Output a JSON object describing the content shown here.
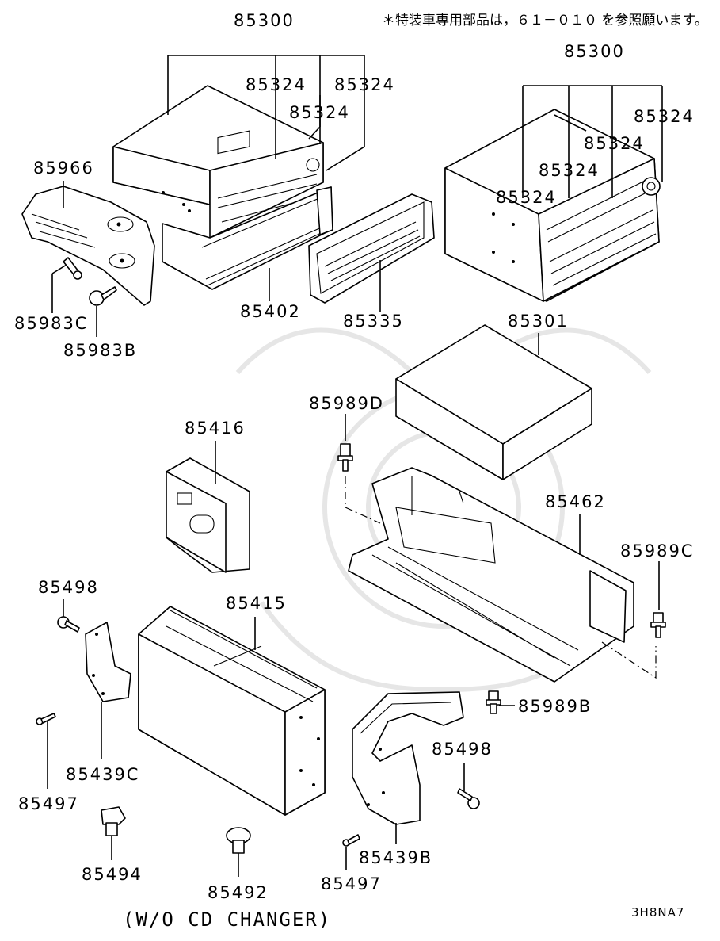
{
  "note": "＊特装車専用部品は，６１－０１０ を参照願います。",
  "caption": "(W/O CD CHANGER)",
  "diagram_ref": "3H8NA7",
  "parts": {
    "p85300_left": "85300",
    "p85324_a": "85324",
    "p85324_b": "85324",
    "p85324_c": "85324",
    "p85966": "85966",
    "p85402": "85402",
    "p85335": "85335",
    "p85983c": "85983C",
    "p85983b": "85983B",
    "p85300_right": "85300",
    "p85324_d": "85324",
    "p85324_e": "85324",
    "p85324_f": "85324",
    "p85324_g": "85324",
    "p85301": "85301",
    "p85989d": "85989D",
    "p85416": "85416",
    "p85462": "85462",
    "p85989c": "85989C",
    "p85498_a": "85498",
    "p85415": "85415",
    "p85989b": "85989B",
    "p85498_b": "85498",
    "p85439c": "85439C",
    "p85497_a": "85497",
    "p85494": "85494",
    "p85492": "85492",
    "p85497_b": "85497",
    "p85439b": "85439B"
  }
}
